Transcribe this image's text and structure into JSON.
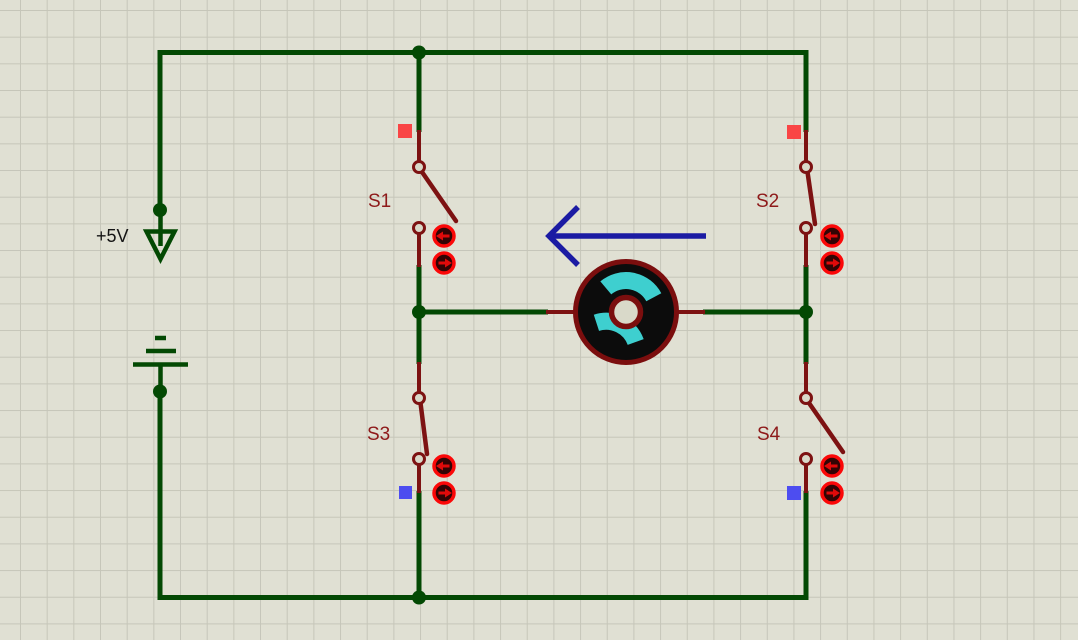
{
  "canvas": {
    "type": "schematic-grid-sheet",
    "grid": "on"
  },
  "colors": {
    "bg": "#E0E0D3",
    "grid": "#C6C6B9",
    "wire": "#034903",
    "component": "#7D1212",
    "label": "#8E1A1A",
    "text": "#141414",
    "indicator-high": "#F94545",
    "indicator-low": "#4D4DF0",
    "actuator-ring": "#FB0808",
    "actuator-fill": "#330404",
    "actuator-arrow": "#E00A0A",
    "motor-ring": "#7B0E0E",
    "motor-body": "#0C0C0C",
    "motor-cyan": "#3ECFCF",
    "hub": "#D9D9C9",
    "arrow-blue": "#1B1BA3"
  },
  "power": {
    "label": "+5V",
    "symbol": "power-terminal-down-arrow"
  },
  "ground": {
    "symbol": "earth-ground-flipped"
  },
  "switches": [
    {
      "ref": "S1",
      "state": "open",
      "indicator": "red-high",
      "indicator_position": "top",
      "actuators": [
        "toggle-left-arrow",
        "toggle-right-arrow"
      ]
    },
    {
      "ref": "S2",
      "state": "closed",
      "indicator": "red-high",
      "indicator_position": "top",
      "actuators": [
        "toggle-left-arrow",
        "toggle-right-arrow"
      ]
    },
    {
      "ref": "S3",
      "state": "closed",
      "indicator": "blue-low",
      "indicator_position": "bottom",
      "actuators": [
        "toggle-left-arrow",
        "toggle-right-arrow"
      ]
    },
    {
      "ref": "S4",
      "state": "open",
      "indicator": "blue-low",
      "indicator_position": "bottom",
      "actuators": [
        "toggle-left-arrow",
        "toggle-right-arrow"
      ]
    }
  ],
  "motor": {
    "symbol": "dc-motor",
    "rotation_arrow_direction": "left"
  }
}
